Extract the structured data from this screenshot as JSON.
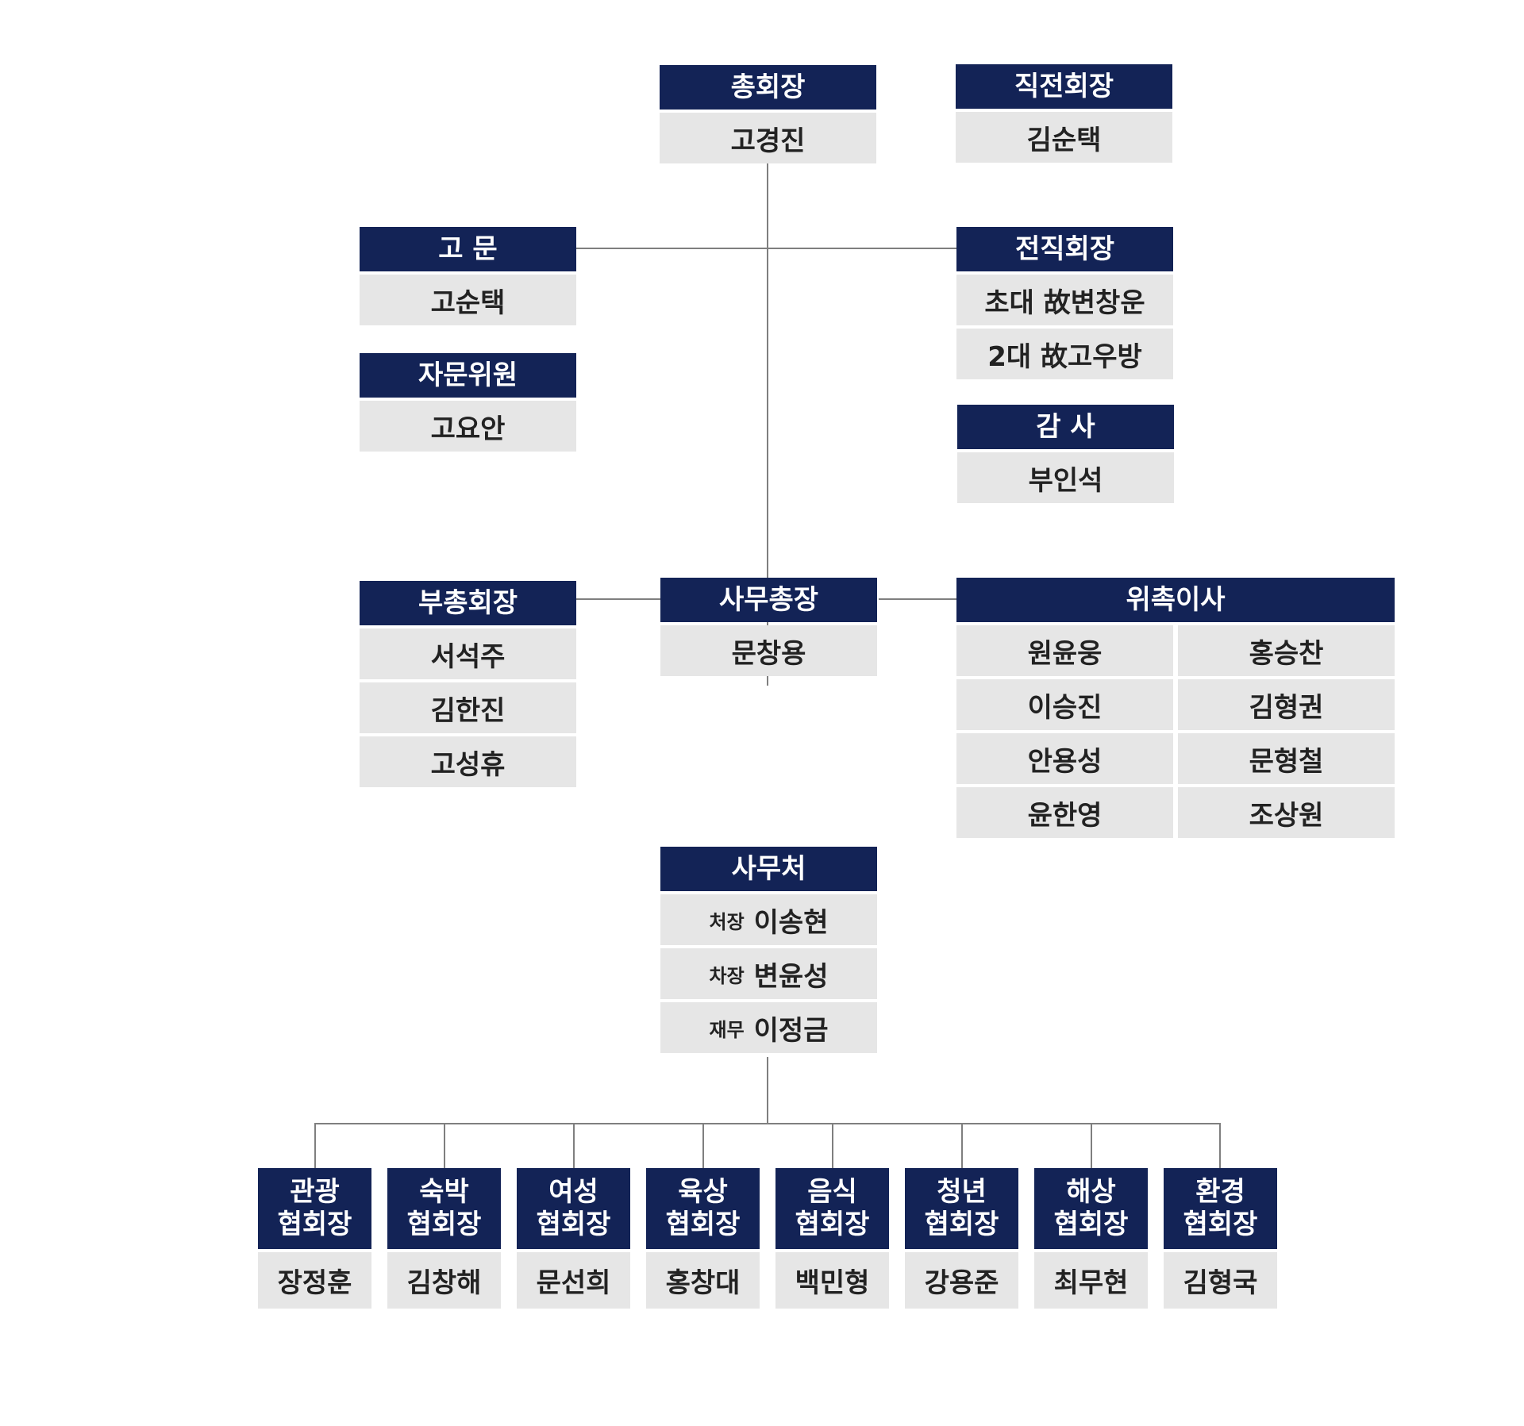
{
  "colors": {
    "header": "#132356",
    "cell": "#e6e6e6",
    "line": "#7f7f7f"
  },
  "president": {
    "title": "총회장",
    "name": "고경진"
  },
  "previous_president": {
    "title": "직전회장",
    "name": "김순택"
  },
  "advisor": {
    "title": "고 문",
    "name": "고순택"
  },
  "consultant": {
    "title": "자문위원",
    "name": "고요안"
  },
  "former_presidents": {
    "title": "전직회장",
    "items": [
      "초대 故변창운",
      "2대 故고우방"
    ]
  },
  "auditor": {
    "title": "감 사",
    "name": "부인석"
  },
  "vice_presidents": {
    "title": "부총회장",
    "items": [
      "서석주",
      "김한진",
      "고성휴"
    ]
  },
  "secretary_general": {
    "title": "사무총장",
    "name": "문창용"
  },
  "directors": {
    "title": "위촉이사",
    "items": [
      "원윤웅",
      "홍승찬",
      "이승진",
      "김형권",
      "안용성",
      "문형철",
      "윤한영",
      "조상원"
    ]
  },
  "office": {
    "title": "사무처",
    "members": [
      {
        "role": "처장",
        "name": "이송현"
      },
      {
        "role": "차장",
        "name": "변윤성"
      },
      {
        "role": "재무",
        "name": "이정금"
      }
    ]
  },
  "associations": [
    {
      "title1": "관광",
      "title2": "협회장",
      "name": "장정훈"
    },
    {
      "title1": "숙박",
      "title2": "협회장",
      "name": "김창해"
    },
    {
      "title1": "여성",
      "title2": "협회장",
      "name": "문선희"
    },
    {
      "title1": "육상",
      "title2": "협회장",
      "name": "홍창대"
    },
    {
      "title1": "음식",
      "title2": "협회장",
      "name": "백민형"
    },
    {
      "title1": "청년",
      "title2": "협회장",
      "name": "강용준"
    },
    {
      "title1": "해상",
      "title2": "협회장",
      "name": "최무현"
    },
    {
      "title1": "환경",
      "title2": "협회장",
      "name": "김형국"
    }
  ]
}
